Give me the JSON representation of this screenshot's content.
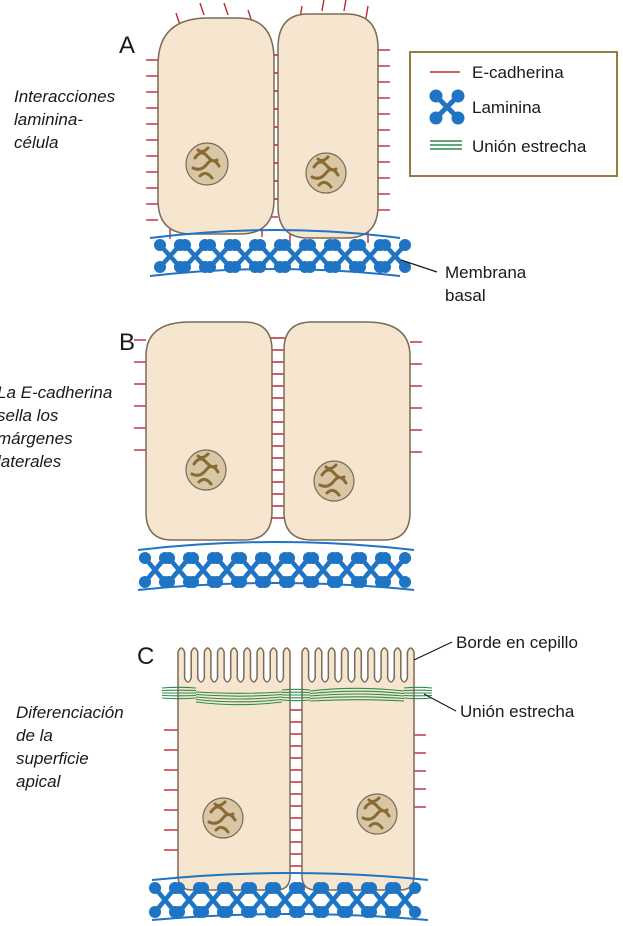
{
  "panels": [
    {
      "letter": "A",
      "caption": [
        "Interacciones",
        "laminina-",
        "célula"
      ],
      "callouts": [
        {
          "text": [
            "Membrana",
            "basal"
          ]
        }
      ]
    },
    {
      "letter": "B",
      "caption": [
        "La E-cadherina",
        "sella los",
        "márgenes",
        "laterales"
      ],
      "callouts": []
    },
    {
      "letter": "C",
      "caption": [
        "Diferenciación",
        "de la",
        "superficie",
        "apical"
      ],
      "callouts": [
        {
          "text": [
            "Borde en cepillo"
          ]
        },
        {
          "text": [
            "Unión estrecha"
          ]
        }
      ]
    }
  ],
  "legend": [
    {
      "icon": "e-cadherin-line-icon",
      "label": "E-cadherina"
    },
    {
      "icon": "laminin-cross-icon",
      "label": "Laminina"
    },
    {
      "icon": "tight-junction-lines-icon",
      "label": "Unión estrecha"
    }
  ],
  "colors": {
    "cell_fill": "#f7e6cf",
    "cell_stroke": "#7a6a57",
    "nucleus_fill": "#d8c7a4",
    "nucleus_pattern": "#8a6a34",
    "e_cadherin": "#c0283a",
    "laminin": "#1f74c4",
    "tight_junction": "#2d8a4e",
    "legend_border": "#9a7b3f"
  }
}
